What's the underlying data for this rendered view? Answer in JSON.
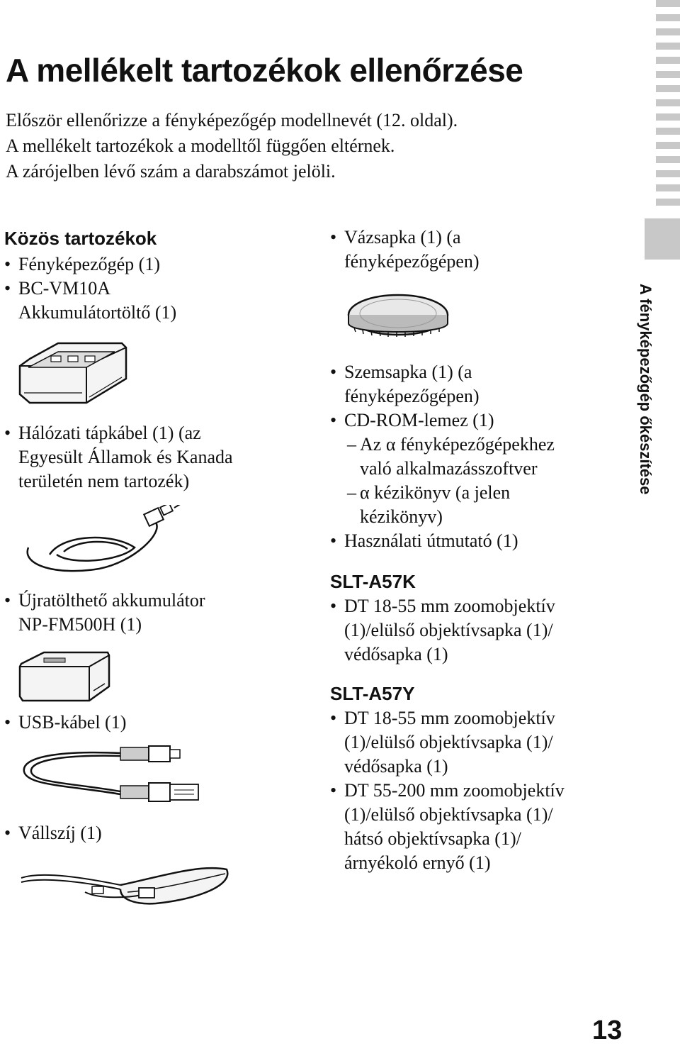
{
  "title": "A mellékelt tartozékok ellenőrzése",
  "intro": [
    "Először ellenőrizze a fényképezőgép modellnevét (12. oldal).",
    "A mellékelt tartozékok a modelltől függően eltérnek.",
    "A zárójelben lévő szám a darabszámot jelöli."
  ],
  "common": {
    "heading": "Közös tartozékok",
    "items": [
      [
        "Fényképezőgép (1)"
      ],
      [
        "BC-VM10A",
        "Akkumulátortöltő (1)"
      ],
      [
        "Hálózati tápkábel (1) (az",
        "Egyesült Államok és Kanada",
        "területén nem tartozék)"
      ],
      [
        "Újratölthető akkumulátor",
        "NP-FM500H (1)"
      ],
      [
        "USB-kábel (1)"
      ],
      [
        "Vállszíj (1)"
      ]
    ]
  },
  "right": {
    "items": [
      [
        "Vázsapka (1) (a",
        "fényképezőgépen)"
      ],
      [
        "Szemsapka (1) (a",
        "fényképezőgépen)"
      ],
      [
        "CD-ROM-lemez (1)"
      ]
    ],
    "subitems": [
      [
        "Az α fényképezőgépekhez",
        "való alkalmazásszoftver"
      ],
      [
        "α kézikönyv (a jelen",
        "kézikönyv)"
      ]
    ],
    "manual": [
      "Használati útmutató (1)"
    ]
  },
  "model_a": {
    "heading": "SLT-A57K",
    "items": [
      [
        "DT 18-55 mm zoomobjektív",
        "(1)/elülső objektívsapka (1)/",
        "védősapka (1)"
      ]
    ]
  },
  "model_b": {
    "heading": "SLT-A57Y",
    "items": [
      [
        "DT 18-55 mm zoomobjektív",
        "(1)/elülső objektívsapka (1)/",
        "védősapka (1)"
      ],
      [
        "DT 55-200 mm zoomobjektív",
        "(1)/elülső objektívsapka (1)/",
        "hátsó objektívsapka (1)/",
        "árnyékoló ernyő (1)"
      ]
    ]
  },
  "glyphs": {
    "bullet": "•",
    "dash": "–"
  },
  "sidebar_label": "A fényképezőgép őkészítése",
  "page_number": "13"
}
